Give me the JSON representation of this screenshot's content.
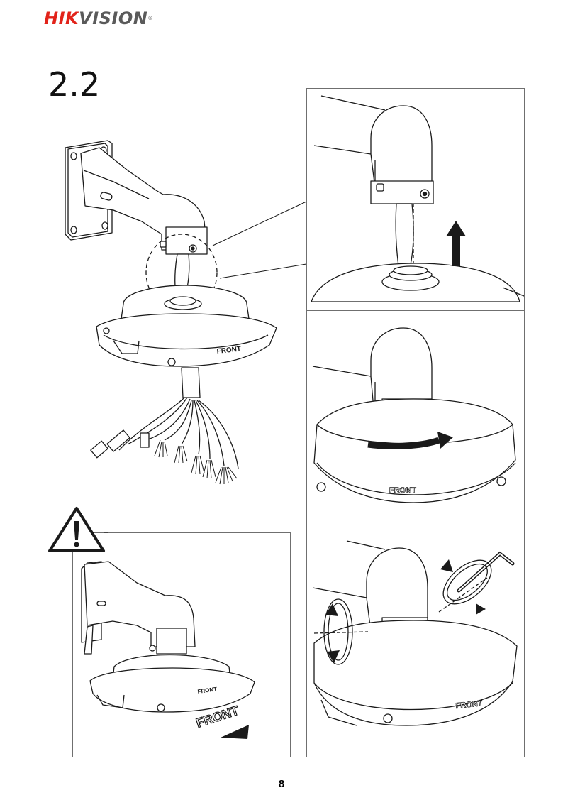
{
  "header": {
    "logo_hik": "HIK",
    "logo_vision": "VISION",
    "logo_mark": "®"
  },
  "step": {
    "number": "2.2"
  },
  "labels": {
    "front": "FRONT"
  },
  "footer": {
    "page_number": "8"
  },
  "colors": {
    "brand_red": "#e2231a",
    "line": "#1a1a1a",
    "panel_border": "#6f6f6f"
  },
  "icons": [
    "warning-triangle-icon",
    "arrow-up-icon",
    "arrow-rotate-icon",
    "rotate-arrow-icon",
    "hex-key-icon"
  ]
}
